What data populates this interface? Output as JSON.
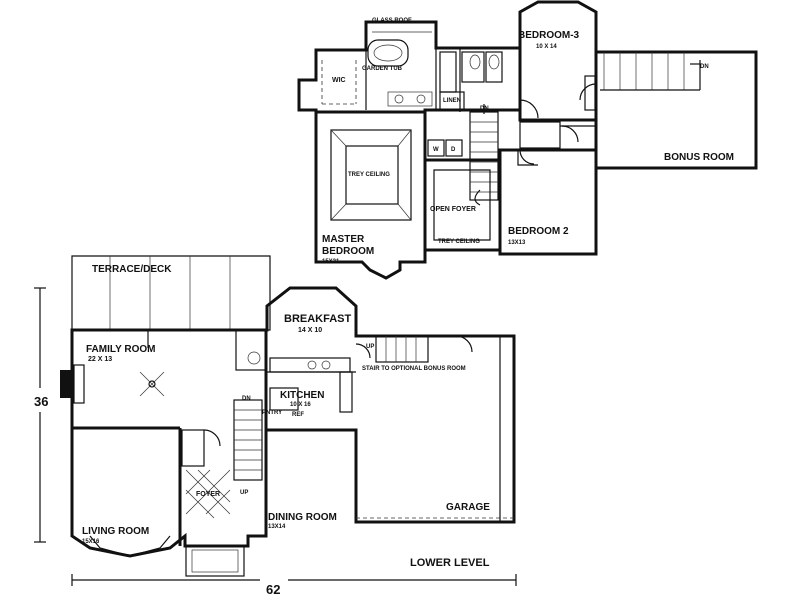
{
  "upper": {
    "glass_roof": "GLASS ROOF",
    "garden_tub": "GARDEN TUB",
    "wic": "WIC",
    "linen": "LINEN",
    "dn_stair": "DN",
    "bedroom3": "BEDROOM-3",
    "bedroom3_size": "10 X 14",
    "dn_bonus": "DN",
    "bonus_room": "BONUS ROOM",
    "washer": "W",
    "dryer": "D",
    "trey_ceiling_master": "TREY CEILING",
    "master_bedroom_line1": "MASTER",
    "master_bedroom_line2": "BEDROOM",
    "master_size": "15X21",
    "open_foyer": "OPEN FOYER",
    "trey_ceiling_foyer": "TREY CEILING",
    "bedroom2": "BEDROOM 2",
    "bedroom2_size": "13X13"
  },
  "lower": {
    "terrace": "TERRACE/DECK",
    "breakfast": "BREAKFAST",
    "breakfast_size": "14 X 10",
    "family_room": "FAMILY ROOM",
    "family_size": "22 X 13",
    "up_stair": "UP",
    "stair_note": "STAIR TO OPTIONAL BONUS ROOM",
    "dn": "DN",
    "kitchen": "KITCHEN",
    "kitchen_size": "10 X 16",
    "pntry": "PNTRY",
    "ref": "REF",
    "foyer": "FOYER",
    "up_foyer": "UP",
    "dining_room": "DINING ROOM",
    "dining_size": "13X14",
    "living_room": "LIVING ROOM",
    "living_size": "15X16",
    "garage": "GARAGE",
    "level_label": "LOWER LEVEL"
  },
  "dimensions": {
    "depth": "36",
    "width": "62"
  }
}
